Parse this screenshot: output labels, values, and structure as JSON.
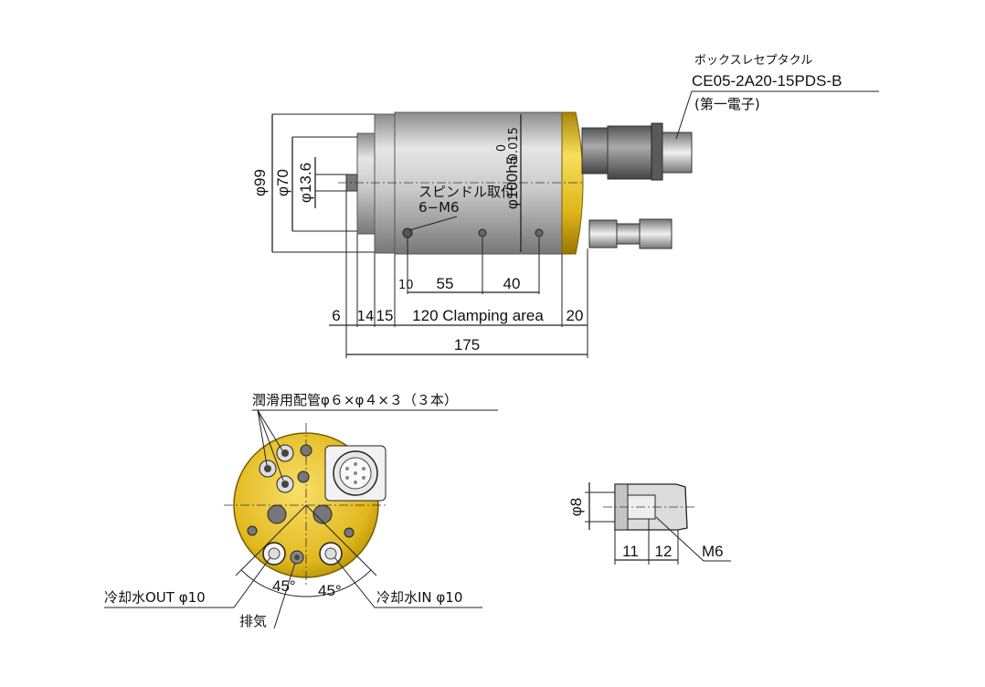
{
  "connector_callout": {
    "line1": "ボックスレセプタクル",
    "line2": "CE05-2A20-15PDS-B",
    "line3": "(第一電子)"
  },
  "side_view": {
    "phi99": "φ99",
    "phi70": "φ70",
    "phi13_6": "φ13.6",
    "phi100h5": "φ100h5",
    "tol_upper": "0",
    "tol_lower": "-0.015",
    "mount_label_1": "スピンドル取付",
    "mount_label_2": "6−M6",
    "dim_10": "10",
    "dim_55": "55",
    "dim_40": "40",
    "dim_6": "6",
    "dim_14": "14",
    "dim_15": "15",
    "dim_120": "120 Clamping area",
    "dim_20": "20",
    "dim_175": "175"
  },
  "rear_view": {
    "lube_label": "潤滑用配管φ６×φ４×３（３本）",
    "coolant_out": "冷却水OUT φ10",
    "coolant_in": "冷却水IN φ10",
    "exhaust": "排気",
    "angle_left": "45°",
    "angle_right": "45°"
  },
  "fitting_view": {
    "phi8": "φ8",
    "dim_11": "11",
    "dim_12": "12",
    "thread": "M6"
  },
  "colors": {
    "steel_light": "#e8e8e8",
    "steel_mid": "#a9a9a9",
    "steel_dark": "#6e6e6e",
    "brass_light": "#f4d640",
    "brass_dark": "#b08a00",
    "line": "#222222"
  }
}
